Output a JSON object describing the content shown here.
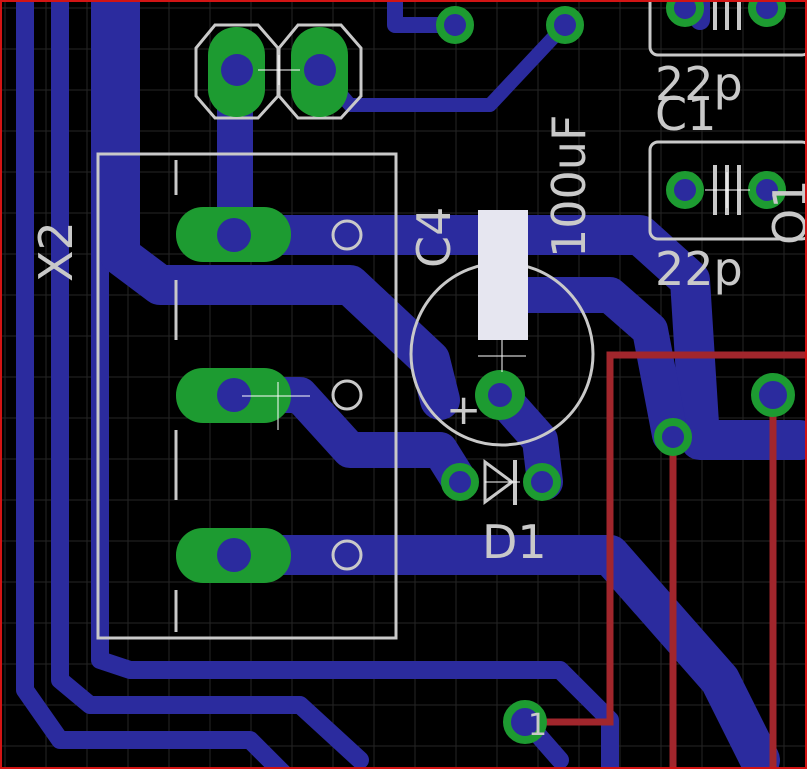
{
  "app": {
    "title": "PCB Layout Editor",
    "background": "#000000",
    "frame_color": "#d21414"
  },
  "colors": {
    "bottom_trace": "#2b2b9e",
    "top_trace": "#a1262c",
    "pad": "#1d9b31",
    "silkscreen": "#c9c9c9",
    "grid": "#262626",
    "package_white": "#e6e6f0"
  },
  "labels": {
    "x2": "X2",
    "c4": "C4",
    "c4_value": "100uF",
    "c4_plus": "+",
    "c1": "C1",
    "c1_value": "22p",
    "c2_value": "22p",
    "d1": "D1",
    "q1": "Q1",
    "pin_1": "1"
  },
  "icons": {
    "origin_cross": "crosshair-icon",
    "via": "via-icon",
    "pad": "pad-icon"
  }
}
